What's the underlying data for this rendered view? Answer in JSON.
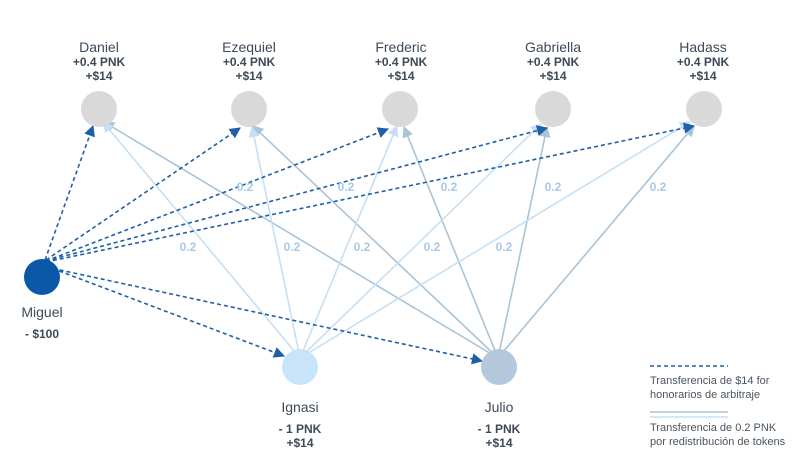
{
  "colors": {
    "token_line_a": "#a8c4d8",
    "token_line_b": "#c5e0f5",
    "fee_line": "#1e5fa8",
    "node_gray": "#d9d9d9",
    "node_miguel": "#0b57a8",
    "node_ignasi": "#c8e4fa",
    "node_julio": "#b3c8dc"
  },
  "jurors": [
    {
      "name": "Daniel",
      "pnk": "+0.4 PNK",
      "usd": "+$14"
    },
    {
      "name": "Ezequiel",
      "pnk": "+0.4 PNK",
      "usd": "+$14"
    },
    {
      "name": "Frederic",
      "pnk": "+0.4 PNK",
      "usd": "+$14"
    },
    {
      "name": "Gabriella",
      "pnk": "+0.4 PNK",
      "usd": "+$14"
    },
    {
      "name": "Hadass",
      "pnk": "+0.4 PNK",
      "usd": "+$14"
    }
  ],
  "payer": {
    "name": "Miguel",
    "amount": "- $100"
  },
  "losers": [
    {
      "name": "Ignasi",
      "pnk": "- 1 PNK",
      "usd": "+$14"
    },
    {
      "name": "Julio",
      "pnk": "- 1 PNK",
      "usd": "+$14"
    }
  ],
  "edge_labels": [
    "0.2",
    "0.2",
    "0.2",
    "0.2",
    "0.2",
    "0.2",
    "0.2",
    "0.2",
    "0.2",
    "0.2"
  ],
  "legend": {
    "fee_line1": "Transferencia de $14 for",
    "fee_line2": "honorarios de arbitraje",
    "token_line1": "Transferencia de 0.2 PNK",
    "token_line2": "por redistribución de tokens"
  }
}
